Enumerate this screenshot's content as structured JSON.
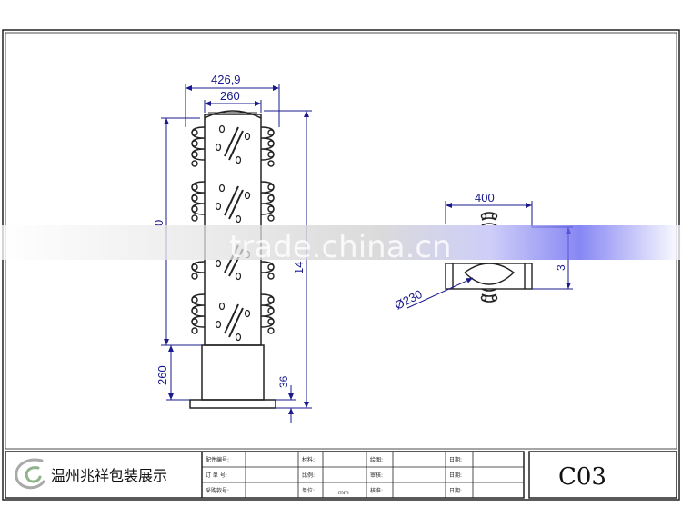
{
  "front_view": {
    "dim_total_width": "426,9",
    "dim_body_width": "260",
    "dim_total_height": "14",
    "dim_column_height": "0",
    "dim_base_height": "260",
    "dim_plate_height": "36"
  },
  "top_view": {
    "dim_width": "400",
    "dim_diameter": "Ø230",
    "dim_side": "3"
  },
  "watermark": "trade.china.cn",
  "title_block": {
    "company": "温州兆祥包装展示",
    "code": "C03",
    "labels": {
      "part_no": "配件编号:",
      "order_no": "订 单 号:",
      "purchase_no": "采购款号:",
      "material": "材料:",
      "scale": "比例:",
      "unit": "单位:",
      "unit_value": "mm",
      "drawn": "绘图:",
      "review": "审核:",
      "check": "核准:",
      "date1": "日期:",
      "date2": "日期:",
      "date3": "日期:"
    }
  },
  "colors": {
    "dimension": "#1a1a8c",
    "stroke": "#222222",
    "accent_band": "#5555ee"
  }
}
